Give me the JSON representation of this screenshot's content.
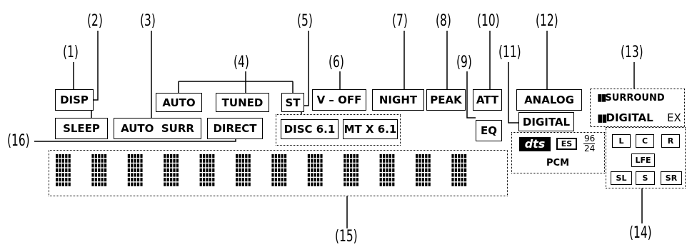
{
  "callouts": [
    "(1)",
    "(2)",
    "(3)",
    "(4)",
    "(5)",
    "(6)",
    "(7)",
    "(8)",
    "(9)",
    "(10)",
    "(11)",
    "(12)",
    "(13)",
    "(14)",
    "(15)",
    "(16)"
  ],
  "indicators": {
    "disp": "DISP",
    "sleep": "SLEEP",
    "auto_surr": "AUTO  SURR",
    "auto": "AUTO",
    "tuned": "TUNED",
    "st": "ST",
    "direct": "DIRECT",
    "v_off": "V – OFF",
    "disc61": "DISC 6.1",
    "mtx61": "MT X 6.1",
    "night": "NIGHT",
    "peak": "PEAK",
    "att": "ATT",
    "eq": "EQ",
    "analog": "ANALOG",
    "digital": "DIGITAL",
    "dd_surround": "SURROUND",
    "dd_digital": "DIGITAL",
    "ex": "EX",
    "dts": "dts",
    "es": "ES",
    "sr_96": "96",
    "sr_24": "24",
    "pcm": "PCM"
  },
  "channels": [
    "L",
    "C",
    "R",
    "LFE",
    "SL",
    "S",
    "SR"
  ]
}
